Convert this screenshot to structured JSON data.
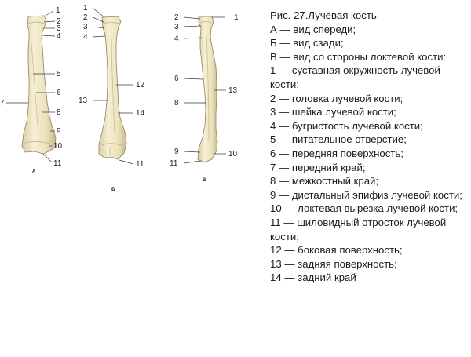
{
  "caption": {
    "title": "Рис. 27.Лучевая кость",
    "lines": [
      "А — вид спереди;",
      "Б — вид сзади;",
      "В — вид со стороны локтевой кости:",
      "1 — суставная окружность лучевой кости;",
      "2 — головка лучевой кости;",
      "3 — шейка лучевой кости;",
      "4 — бугристость лучевой кости;",
      "5 — питательное отверстие;",
      "6 — передняя поверхность;",
      "7 — передний край;",
      "8 — межкостный край;",
      "9 — дистальный эпифиз лучевой кости;",
      "10 — локтевая вырезка лучевой кости;",
      "11 — шиловидный отросток лучевой кости;",
      "12 — боковая поверхность;",
      "13 — задняя поверхность;",
      "14 — задний край"
    ]
  },
  "views": {
    "a": {
      "letter": "А",
      "labels": [
        "1",
        "2",
        "3",
        "4",
        "5",
        "6",
        "7",
        "8",
        "9",
        "10",
        "11"
      ]
    },
    "b": {
      "letter": "Б",
      "labels": [
        "1",
        "2",
        "3",
        "4",
        "12",
        "13",
        "14",
        "11"
      ]
    },
    "c": {
      "letter": "В",
      "labels": [
        "2",
        "1",
        "3",
        "4",
        "6",
        "13",
        "8",
        "9",
        "10",
        "11"
      ]
    }
  },
  "colors": {
    "bone_fill": "#efe6c4",
    "bone_shade": "#cbbf93",
    "bone_outline": "#8c8463",
    "leader": "#3a3a3a"
  }
}
